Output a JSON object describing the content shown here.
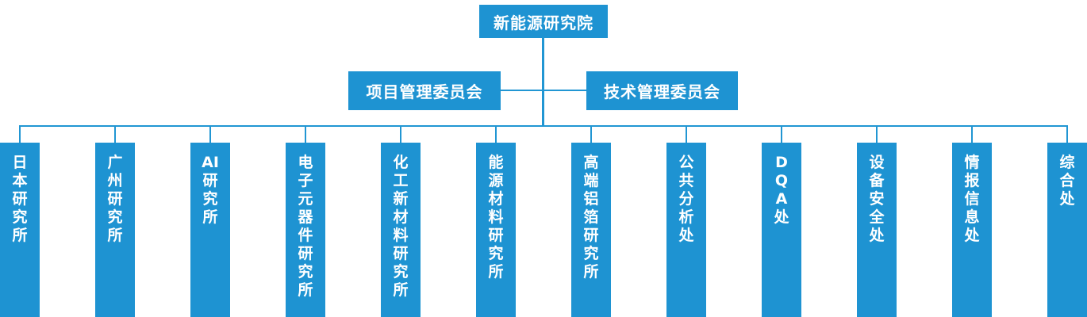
{
  "chart": {
    "type": "org-chart",
    "colors": {
      "box_blue": "#1E93D2",
      "line_blue": "#2196D3",
      "text_white": "#FFFFFF"
    },
    "root": {
      "label": "新能源研究院"
    },
    "committees": [
      {
        "label": "项目管理委员会"
      },
      {
        "label": "技术管理委员会"
      }
    ],
    "units": [
      {
        "label": "日本研究所",
        "lines": [
          "日",
          "本",
          "研",
          "究",
          "所"
        ]
      },
      {
        "label": "广州研究所",
        "lines": [
          "广",
          "州",
          "研",
          "究",
          "所"
        ]
      },
      {
        "label": "AI研究所",
        "lines": [
          "AI",
          "研",
          "究",
          "所"
        ]
      },
      {
        "label": "电子元器件研究所",
        "lines": [
          "电",
          "子",
          "元",
          "器",
          "件",
          "研",
          "究",
          "所"
        ]
      },
      {
        "label": "化工新材料研究所",
        "lines": [
          "化",
          "工",
          "新",
          "材",
          "料",
          "研",
          "究",
          "所"
        ]
      },
      {
        "label": "能源材料研究所",
        "lines": [
          "能",
          "源",
          "材",
          "料",
          "研",
          "究",
          "所"
        ]
      },
      {
        "label": "高端铝箔研究所",
        "lines": [
          "高",
          "端",
          "铝",
          "箔",
          "研",
          "究",
          "所"
        ]
      },
      {
        "label": "公共分析处",
        "lines": [
          "公",
          "共",
          "分",
          "析",
          "处"
        ]
      },
      {
        "label": "DQA处",
        "lines": [
          "D",
          "Q",
          "A",
          "处"
        ]
      },
      {
        "label": "设备安全处",
        "lines": [
          "设",
          "备",
          "安",
          "全",
          "处"
        ]
      },
      {
        "label": "情报信息处",
        "lines": [
          "情",
          "报",
          "信",
          "息",
          "处"
        ]
      },
      {
        "label": "综合处",
        "lines": [
          "综",
          "合",
          "处"
        ]
      }
    ]
  }
}
